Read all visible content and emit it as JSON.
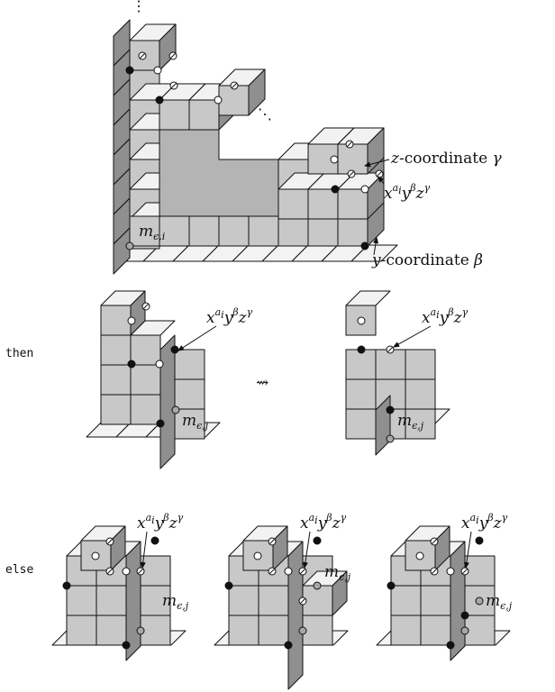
{
  "colors": {
    "front": "#c8c8c8",
    "side": "#8f8f8f",
    "top": "#f2f2f2",
    "floor": "#f3f3f3",
    "shaded": "#b4b4b4",
    "black": "#111111",
    "hollow": "#ffffff",
    "gray_dot": "#a8a8a8"
  },
  "labels": {
    "z_coordinate_text": "-coordinate ",
    "z_var": "z",
    "gamma": "γ",
    "y_coordinate_text": "-coordinate ",
    "y_var": "y",
    "beta": "β",
    "monomial_x": "x",
    "monomial_ai": "a",
    "monomial_i": "i",
    "monomial_y": "y",
    "monomial_beta": "β",
    "monomial_z": "z",
    "monomial_gamma": "γ",
    "m_i_base": "m",
    "m_i_sub": "ϵ,i",
    "m_j_base": "m",
    "m_j_sub": "ϵ,j",
    "then": "then",
    "else": "else",
    "arrow": "⇝",
    "vdots": "⋮",
    "ddots": "⋱"
  }
}
